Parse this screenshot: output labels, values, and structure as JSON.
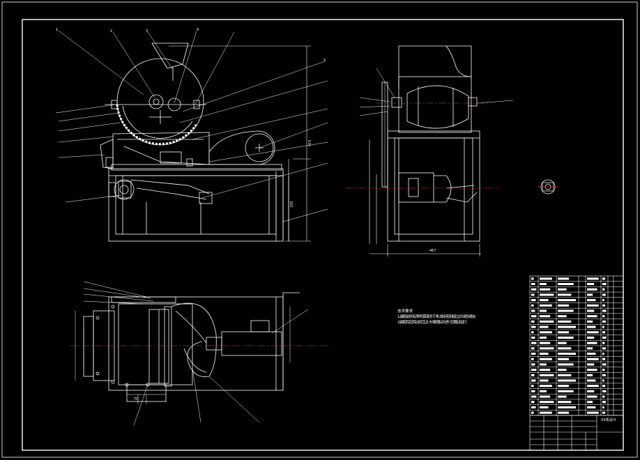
{
  "sheet": {
    "background": "#000000",
    "line_color": "#ffffff",
    "accent_line_color": "#ff3b3b"
  },
  "front_view": {
    "leader_labels": [
      "1",
      "2",
      "3",
      "4",
      "5"
    ],
    "dimension_labels": [
      "415",
      "335"
    ]
  },
  "side_view": {
    "dimension_labels": [
      "467"
    ]
  },
  "top_view": {
    "dimension_labels": [
      "70"
    ]
  },
  "tech_notes": {
    "title": "技术要求",
    "items": [
      "1.装配前所有零件需清洗干净,去除毛刺锐边,并涂防锈油",
      "2.装配后应转动灵活,无卡滞现象,并进行空载试运行"
    ]
  },
  "title_block": {
    "title": "XX机设计"
  }
}
